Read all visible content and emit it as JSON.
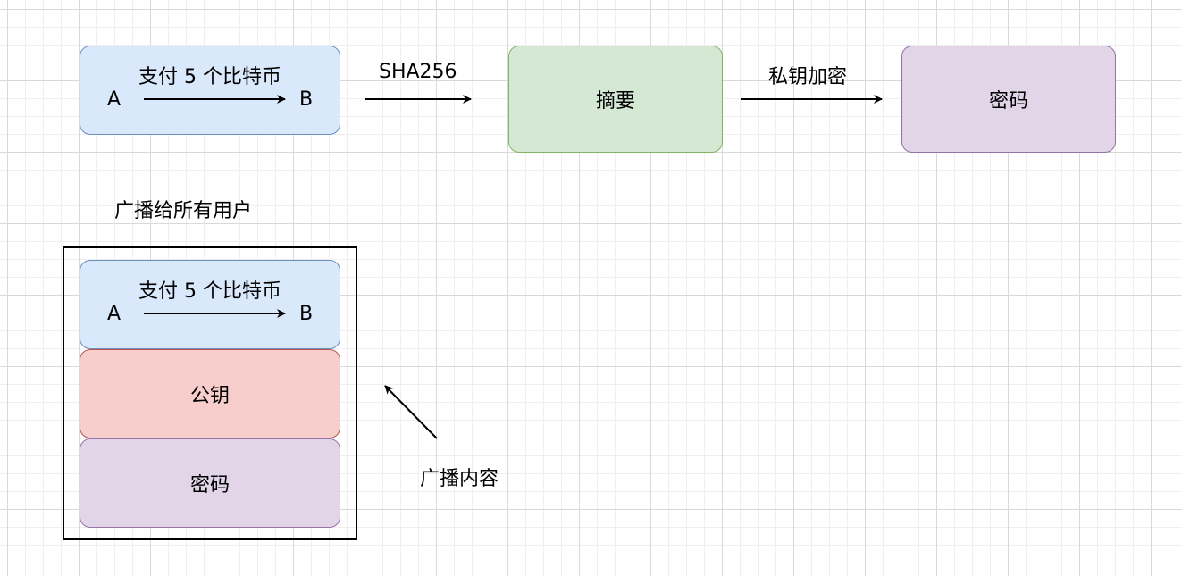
{
  "top_flow": {
    "transaction": {
      "title": "支付 5 个比特币",
      "from": "A",
      "to": "B"
    },
    "hash_label": "SHA256",
    "digest": "摘要",
    "encrypt_label": "私钥加密",
    "ciphertext": "密码"
  },
  "broadcast": {
    "title": "广播给所有用户",
    "transaction": {
      "title": "支付 5 个比特币",
      "from": "A",
      "to": "B"
    },
    "public_key": "公钥",
    "ciphertext": "密码",
    "content_label": "广播内容"
  },
  "colors": {
    "blue_fill": "#dae8fc",
    "blue_stroke": "#6c8ebf",
    "green_fill": "#d5e8d4",
    "green_stroke": "#82b366",
    "purple_fill": "#e1d5e7",
    "purple_stroke": "#9673a6",
    "red_fill": "#f8cecc",
    "red_stroke": "#b85450"
  }
}
